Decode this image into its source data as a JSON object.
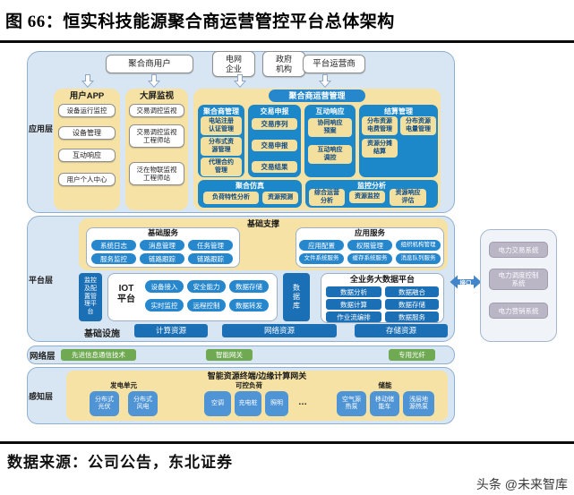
{
  "title": "图 66：恒实科技能源聚合商运营管控平台总体架构",
  "footer": {
    "source": "数据来源：公司公告，东北证券",
    "watermark": "头条 @未来智库"
  },
  "actors": [
    "聚合商用户",
    "电网\n企业",
    "政府\n机构",
    "平台运营商"
  ],
  "layers": {
    "application": {
      "label": "应用层",
      "user_app": {
        "title": "用户APP",
        "items": [
          "设备运行监控",
          "设备管理",
          "互动响应",
          "用户个人中心"
        ]
      },
      "big_screen": {
        "title": "大屏监视",
        "items": [
          "交易调控监视",
          "交易调控监视\n工程师站",
          "泛在物联监视\n工程师站"
        ]
      },
      "ops": {
        "title": "聚合商运营管理",
        "aggregator_mgmt": {
          "title": "聚合商管理",
          "items": [
            "电站注册\n认证管理",
            "分布式资\n源管理",
            "代理合约\n管理"
          ]
        },
        "trade_declare": {
          "title": "交易申报",
          "items": [
            "交易序列",
            "交易申报",
            "交易结果"
          ]
        },
        "interactive_response": {
          "title": "互动响应",
          "items": [
            "协同响应\n预案",
            "互动响应\n调控"
          ]
        },
        "settlement": {
          "title": "结算管理",
          "items": [
            "分布资源\n电费管理",
            "分布资源\n电量管理",
            "资源分摊\n结算"
          ]
        },
        "simulation": {
          "title": "聚合仿真",
          "items": [
            "负荷特性分析",
            "资源预测"
          ]
        },
        "monitoring": {
          "title": "监控分析",
          "items": [
            "综合运营\n分析",
            "资源监控",
            "资源响应\n评估"
          ]
        }
      }
    },
    "platform": {
      "label": "平台层",
      "base_support": {
        "title": "基础支撑",
        "base_services": {
          "title": "基础服务",
          "items": [
            "系统日志",
            "消息管理",
            "任务管理",
            "服务监控",
            "链路跟踪",
            "链路跟踪"
          ]
        },
        "app_services": {
          "title": "应用服务",
          "items": [
            "应用配置",
            "权限管理",
            "组织机构管理",
            "文件系统服务",
            "缓存系统服务",
            "消息队列服务"
          ]
        }
      },
      "monitor_config": "监控及配置管理平台",
      "iot": {
        "title": "IOT\n平台",
        "items": [
          "设备接入",
          "安全能力",
          "数据存储",
          "实时监控",
          "远程控制",
          "数据转发"
        ]
      },
      "database": "数据库",
      "bigdata": {
        "title": "全业务大数据平台",
        "items": [
          "数据分析",
          "数据计算",
          "作业流编排",
          "数据融合",
          "数据存储",
          "数据服务"
        ]
      },
      "infrastructure": {
        "title": "基础设施",
        "items": [
          "计算资源",
          "网络资源",
          "存储资源"
        ]
      }
    },
    "network": {
      "label": "网络层",
      "items": [
        "先进信息通信技术",
        "智能网关",
        "专用光纤"
      ]
    },
    "perception": {
      "label": "感知层",
      "title": "智能资源终端/边缘计算网关",
      "groups": [
        {
          "title": "发电单元",
          "items": [
            "分布式\n光伏",
            "分布式\n风电"
          ]
        },
        {
          "title": "可控负荷",
          "items": [
            "空调",
            "充电桩",
            "照明",
            "…"
          ]
        },
        {
          "title": "储能",
          "items": [
            "空气源\n热泵",
            "移动储\n能车",
            "浅层地\n源热泵"
          ]
        }
      ]
    }
  },
  "external": {
    "interface_label": "接口",
    "systems": [
      "电力交易系统",
      "电力调度控制\n系统",
      "电力营销系统"
    ]
  },
  "colors": {
    "container_fill": "#d8e6f3",
    "container_border": "#8fafd0",
    "panel_yellow": "#f6e2a4",
    "box_blue": "#1c87c9",
    "chip_blue": "#2787cd",
    "chip_deep_blue": "#1a6fb5",
    "chip_pale": "#f3df9e",
    "chip_green": "#6faa53",
    "chip_gray": "#bab6c6",
    "chip_sky": "#4f94d4"
  }
}
